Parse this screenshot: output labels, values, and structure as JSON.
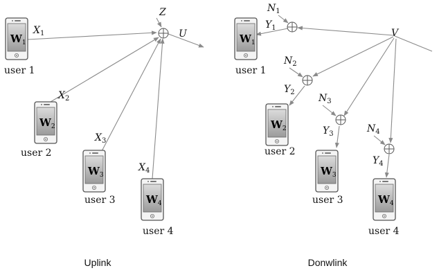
{
  "captions": {
    "uplink": "Uplink",
    "downlink": "Donwlink"
  },
  "uplink": {
    "noise": "Z",
    "output": "U",
    "phones": [
      {
        "w": "W",
        "w_sub": "1",
        "user": "user 1",
        "signal": "X",
        "signal_sub": "1"
      },
      {
        "w": "W",
        "w_sub": "2",
        "user": "user 2",
        "signal": "X",
        "signal_sub": "2"
      },
      {
        "w": "W",
        "w_sub": "3",
        "user": "user 3",
        "signal": "X",
        "signal_sub": "3"
      },
      {
        "w": "W",
        "w_sub": "4",
        "user": "user 4",
        "signal": "X",
        "signal_sub": "4"
      }
    ]
  },
  "downlink": {
    "broadcast": "V",
    "phones": [
      {
        "w": "W",
        "w_sub": "1",
        "user": "user 1",
        "noise": "N",
        "noise_sub": "1",
        "signal": "Y",
        "signal_sub": "1"
      },
      {
        "w": "W",
        "w_sub": "2",
        "user": "user 2",
        "noise": "N",
        "noise_sub": "2",
        "signal": "Y",
        "signal_sub": "2"
      },
      {
        "w": "W",
        "w_sub": "3",
        "user": "user 3",
        "noise": "N",
        "noise_sub": "3",
        "signal": "Y",
        "signal_sub": "3"
      },
      {
        "w": "W",
        "w_sub": "4",
        "user": "user 4",
        "noise": "N",
        "noise_sub": "4",
        "signal": "Y",
        "signal_sub": "4"
      }
    ]
  },
  "colors": {
    "edge": "#8a8a8a",
    "ink": "#111111",
    "screen_top": "#dcdcdc",
    "screen_bottom": "#9a9a9a"
  }
}
